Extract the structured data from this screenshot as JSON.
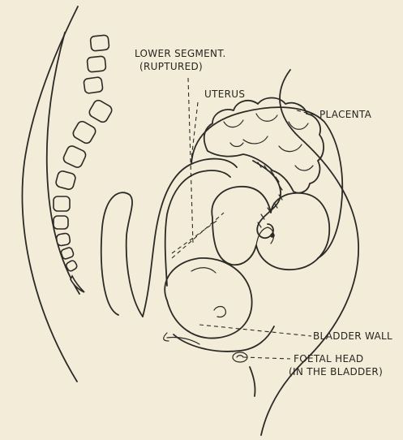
{
  "labels": {
    "lower_segment_line1": "LOWER SEGMENT.",
    "lower_segment_line2": "(RUPTURED)",
    "uterus": "UTERUS",
    "placenta": "PLACENTA",
    "bladder_wall": "BLADDER WALL",
    "foetal_head_line1": "FOETAL HEAD",
    "foetal_head_line2": "(IN THE BLADDER)"
  }
}
